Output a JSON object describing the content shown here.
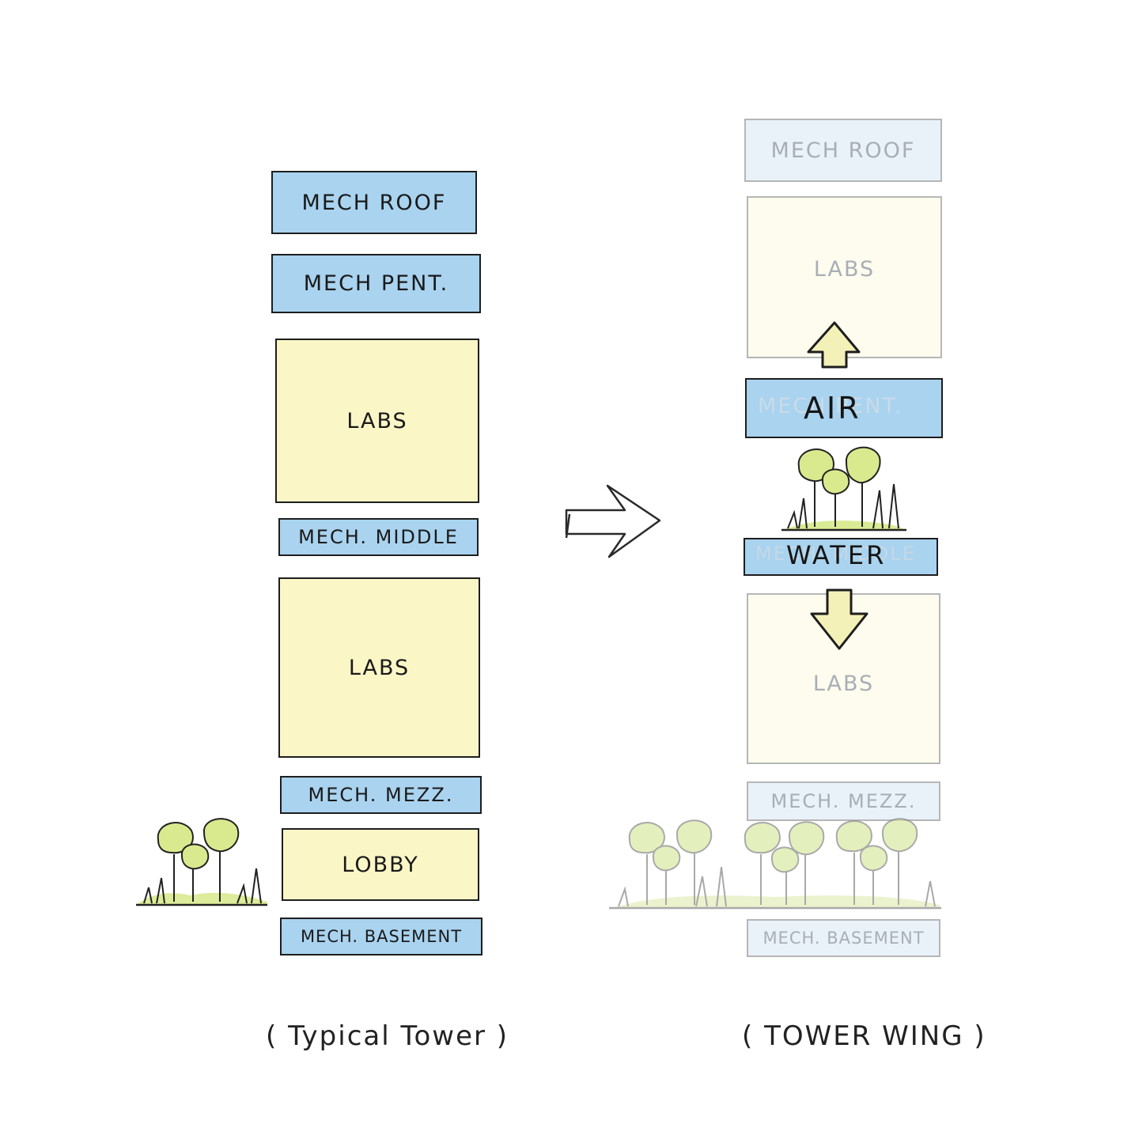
{
  "left_tower": {
    "mech_roof": "MECH ROOF",
    "mech_pent": "MECH PENT.",
    "labs_upper": "LABS",
    "mech_middle": "MECH. MIDDLE",
    "labs_lower": "LABS",
    "mech_mezz": "MECH. MEZZ.",
    "lobby": "LOBBY",
    "mech_basement": "MECH. BASEMENT",
    "caption": "( Typical Tower )"
  },
  "right_tower": {
    "mech_roof": "MECH ROOF",
    "labs_upper": "LABS",
    "air": "AIR",
    "air_ghost": "MECH PENT.",
    "water": "WATER",
    "water_ghost": "MECH. MIDDLE",
    "labs_lower": "LABS",
    "mech_mezz": "MECH. MEZZ.",
    "mech_basement": "MECH. BASEMENT",
    "caption": "( TOWER WING )"
  },
  "colors": {
    "mech_blue": "#a9d3ef",
    "labs_yellow": "#fbf6c6",
    "tree_green": "#d6e98a",
    "arrow_yellow": "#f4f1b8"
  }
}
